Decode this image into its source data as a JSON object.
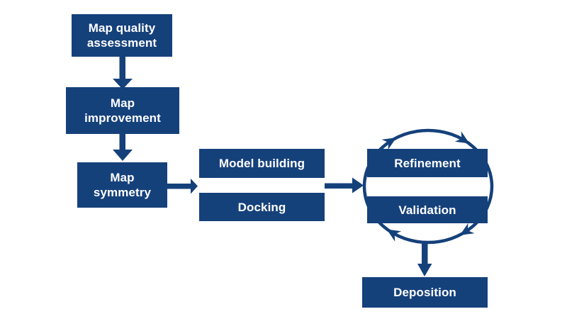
{
  "colors": {
    "shape": "#15417b",
    "box_text": "#ffffff",
    "background": "#ffffff"
  },
  "boxes": {
    "map_quality": {
      "line1": "Map quality",
      "line2": "assessment"
    },
    "map_improvement": {
      "line1": "Map",
      "line2": "improvement"
    },
    "map_symmetry": {
      "line1": "Map",
      "line2": "symmetry"
    },
    "model_building": {
      "label": "Model building"
    },
    "docking": {
      "label": "Docking"
    },
    "refinement": {
      "label": "Refinement"
    },
    "validation": {
      "label": "Validation"
    },
    "deposition": {
      "label": "Deposition"
    }
  },
  "connectors": [
    {
      "name": "arrow-map-quality-to-map-improvement",
      "type": "down-arrow"
    },
    {
      "name": "arrow-map-improvement-to-map-symmetry",
      "type": "down-arrow"
    },
    {
      "name": "arrow-map-symmetry-to-model-building-docking",
      "type": "right-arrow"
    },
    {
      "name": "arrow-model-building-docking-to-refinement-validation",
      "type": "right-arrow"
    },
    {
      "name": "refinement-validation-cycle",
      "type": "circular-arrows-clockwise",
      "arrowheads": 4
    },
    {
      "name": "arrow-cycle-to-deposition",
      "type": "down-arrow"
    }
  ]
}
